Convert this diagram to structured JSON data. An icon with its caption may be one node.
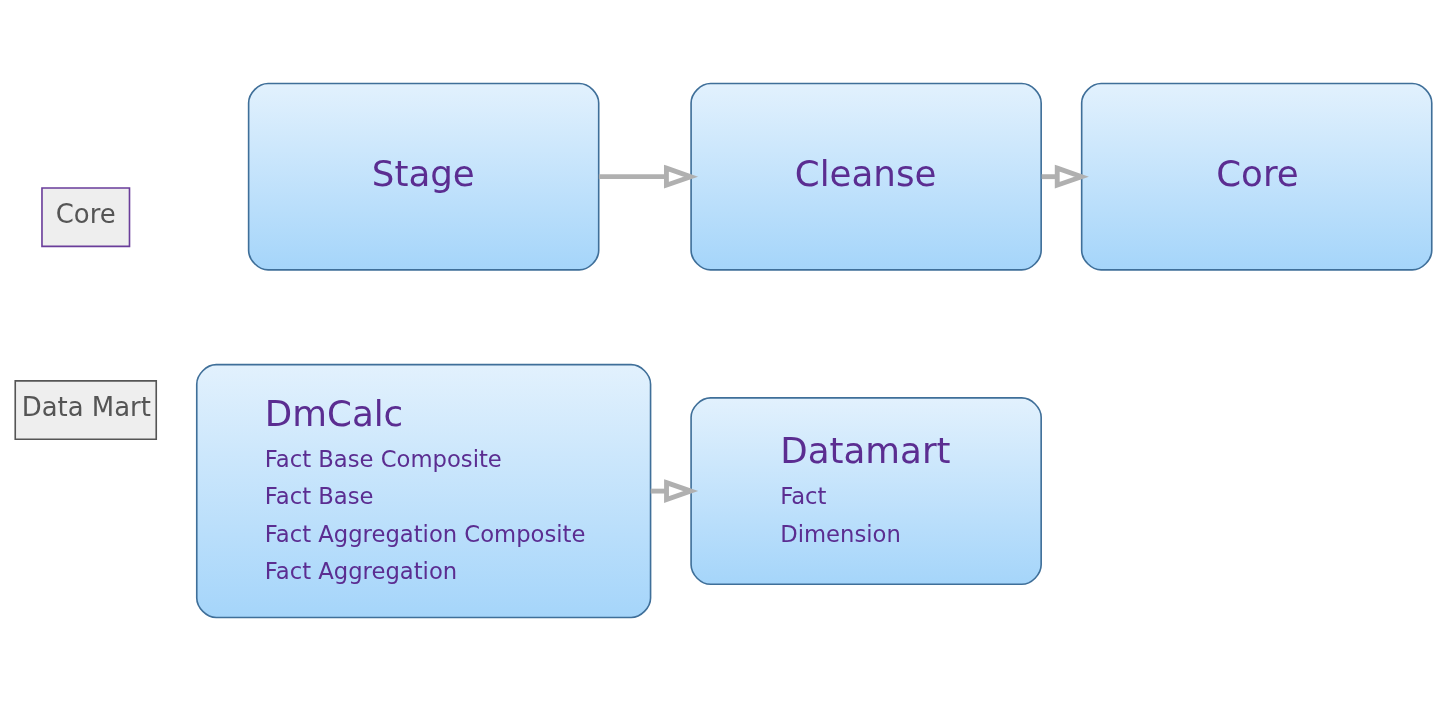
{
  "diagram": {
    "nodes": [
      {
        "text": [
          "Core"
        ]
      },
      {
        "text": [
          "Stage"
        ]
      },
      {
        "text": [
          "Cleanse"
        ]
      },
      {
        "text": [
          "Core"
        ]
      },
      {
        "text": [
          "Data Mart"
        ]
      },
      {
        "text": [
          "DmCalc",
          "Fact Base Composite",
          "Fact Base",
          "Fact Aggregation Composite",
          "Fact Aggregation"
        ]
      },
      {
        "text": [
          "Datamart",
          "Fact",
          "Dimension"
        ]
      }
    ],
    "edges": [
      {
        "from": 1,
        "to": 2,
        "arrow": "to"
      },
      {
        "from": 2,
        "to": 3,
        "arrow": "to"
      },
      {
        "from": 5,
        "to": 6,
        "arrow": "to"
      }
    ]
  }
}
